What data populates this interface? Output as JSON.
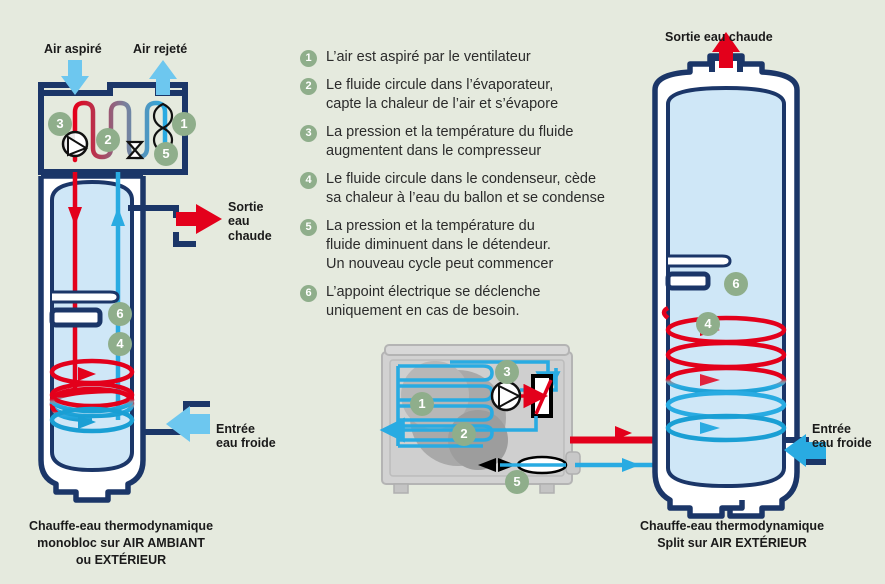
{
  "background_color": "#e5eade",
  "colors": {
    "navy": "#1b3668",
    "water": "#cfe7f7",
    "hot_red": "#e3001b",
    "cold_blue": "#29abe2",
    "badge_green": "#8fae8b",
    "unit_grey": "#cccccc",
    "fan_grey": "#9a9a9a",
    "text": "#1a1a1a"
  },
  "legend": {
    "items": [
      {
        "number": "1",
        "text": "L’air est aspiré par le ventilateur"
      },
      {
        "number": "2",
        "text": "Le fluide circule dans l’évaporateur,\ncapte la chaleur de l’air et s’évapore"
      },
      {
        "number": "3",
        "text": "La pression et la température du fluide\naugmentent dans le compresseur"
      },
      {
        "number": "4",
        "text": "Le fluide circule dans le condenseur, cède\nsa chaleur à l’eau du ballon et se condense"
      },
      {
        "number": "5",
        "text": "La pression et la température du\nfluide diminuent dans le détendeur.\nUn nouveau cycle peut commencer"
      },
      {
        "number": "6",
        "text": "L’appoint électrique se déclenche\nuniquement en cas de besoin."
      }
    ]
  },
  "left_unit": {
    "caption": "Chauffe-eau thermodynamique\nmonobloc sur AIR AMBIANT\nou EXTÉRIEUR",
    "air_intake_label": "Air aspiré",
    "air_exhaust_label": "Air rejeté",
    "hot_outlet_label": "Sortie\neau\nchaude",
    "cold_inlet_label": "Entrée\neau froide",
    "markers": [
      {
        "number": "3",
        "name": "compressor"
      },
      {
        "number": "2",
        "name": "evaporator"
      },
      {
        "number": "1",
        "name": "fan"
      },
      {
        "number": "5",
        "name": "expansion-valve"
      },
      {
        "number": "6",
        "name": "electric-backup"
      },
      {
        "number": "4",
        "name": "condenser"
      }
    ]
  },
  "right_unit": {
    "caption": "Chauffe-eau thermodynamique\nSplit sur AIR EXTÉRIEUR",
    "hot_outlet_label": "Sortie eau chaude",
    "cold_inlet_label": "Entrée\neau froide",
    "markers": [
      {
        "number": "6",
        "name": "electric-backup"
      },
      {
        "number": "4",
        "name": "condenser"
      }
    ]
  },
  "outdoor_unit": {
    "markers": [
      {
        "number": "1",
        "name": "fan"
      },
      {
        "number": "2",
        "name": "evaporator"
      },
      {
        "number": "3",
        "name": "compressor"
      },
      {
        "number": "5",
        "name": "expansion-valve"
      }
    ]
  }
}
